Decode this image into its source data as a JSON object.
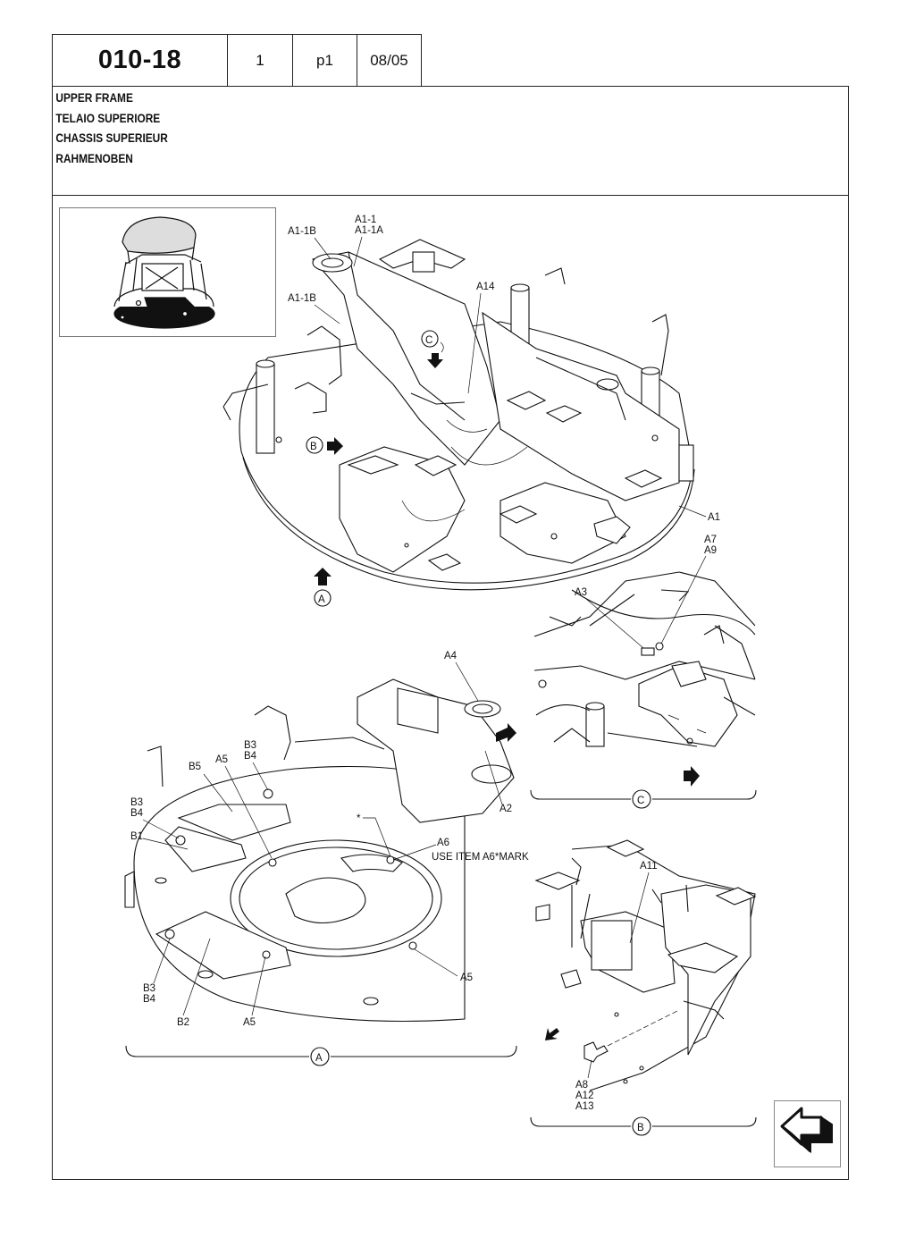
{
  "header": {
    "code": "010-18",
    "number": "1",
    "page": "p1",
    "date": "08/05"
  },
  "titles": [
    "UPPER FRAME",
    "TELAIO SUPERIORE",
    "CHASSIS SUPERIEUR",
    "RAHMENOBEN"
  ],
  "labels": {
    "a1_1b_top": "A1-1B",
    "a1_1": "A1-1",
    "a1_1a": "A1-1A",
    "a14": "A14",
    "a1_1b_mid": "A1-1B",
    "view_c": "C",
    "view_b": "B",
    "view_a": "A",
    "a1": "A1",
    "a7": "A7",
    "a9": "A9",
    "a3": "A3",
    "a4": "A4",
    "b3_top": "B3",
    "b4_top": "B4",
    "a5_top": "A5",
    "b5": "B5",
    "b3_left": "B3",
    "b4_left": "B4",
    "b1": "B1",
    "a2": "A2",
    "asterisk": "*",
    "a6": "A6",
    "use_item": "USE ITEM A6*MARK",
    "a11": "A11",
    "a5_right": "A5",
    "b3_bottom": "B3",
    "b4_bottom": "B4",
    "b2": "B2",
    "a5_bottom": "A5",
    "a8": "A8",
    "a12": "A12",
    "a13": "A13",
    "caption_a": "A",
    "caption_b": "B",
    "caption_c": "C"
  },
  "icons": {
    "next_page": "arrow-next-icon"
  }
}
